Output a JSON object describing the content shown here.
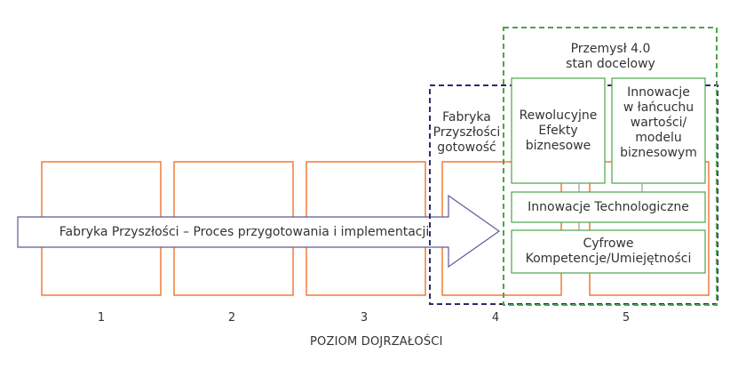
{
  "arrow": {
    "text": "Fabryka Przyszłości – Proces przygotowania i implementacji"
  },
  "industry40": {
    "line1": "Przemysł 4.0",
    "line2": "stan docelowy"
  },
  "readiness": {
    "line1": "Fabryka",
    "line2": "Przyszłości",
    "line3": "gotowość"
  },
  "boxes": {
    "effects": {
      "line1": "Rewolucyjne",
      "line2": "Efekty",
      "line3": "biznesowe"
    },
    "chain": {
      "line1": "Innowacje",
      "line2": "w łańcuchu",
      "line3": "wartości/",
      "line4": "modelu",
      "line5": "biznesowym"
    },
    "tech": {
      "line1": "Innowacje Technologiczne"
    },
    "digital": {
      "line1": "Cyfrowe",
      "line2": "Kompetencje/Umiejętności"
    }
  },
  "levels": [
    "1",
    "2",
    "3",
    "4",
    "5"
  ],
  "axis_title": "POZIOM DOJRZAŁOŚCI",
  "colors": {
    "orange": "#f07a3a",
    "green": "#4aa54a",
    "navy": "#2e2a6b",
    "arrow_stroke": "#5b5b9a"
  }
}
